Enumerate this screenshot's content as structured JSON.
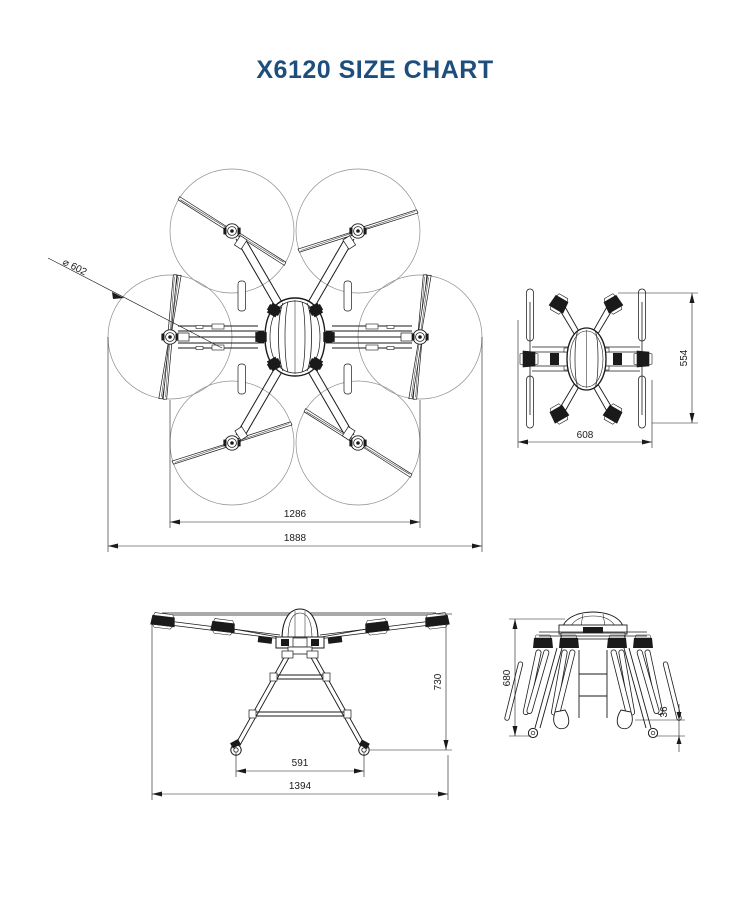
{
  "page": {
    "title": "X6120 SIZE CHART",
    "title_color": "#1d4e7c",
    "background": "#ffffff",
    "line_color": "#1a1a1a",
    "construction_line_color": "#8a8a8a"
  },
  "views": {
    "top_unfolded": {
      "name": "top-view-unfolded",
      "dimensions": {
        "prop_diameter": "⌀ 602",
        "inner_span": "1286",
        "total_span": "1888"
      }
    },
    "top_folded": {
      "name": "top-view-folded",
      "dimensions": {
        "height": "554",
        "width": "608"
      }
    },
    "front_unfolded": {
      "name": "front-view-unfolded",
      "dimensions": {
        "height": "730",
        "gear_span": "591",
        "total_span": "1394"
      }
    },
    "side_folded": {
      "name": "side-view-folded",
      "dimensions": {
        "height": "680",
        "ground_clearance": "36"
      }
    }
  }
}
